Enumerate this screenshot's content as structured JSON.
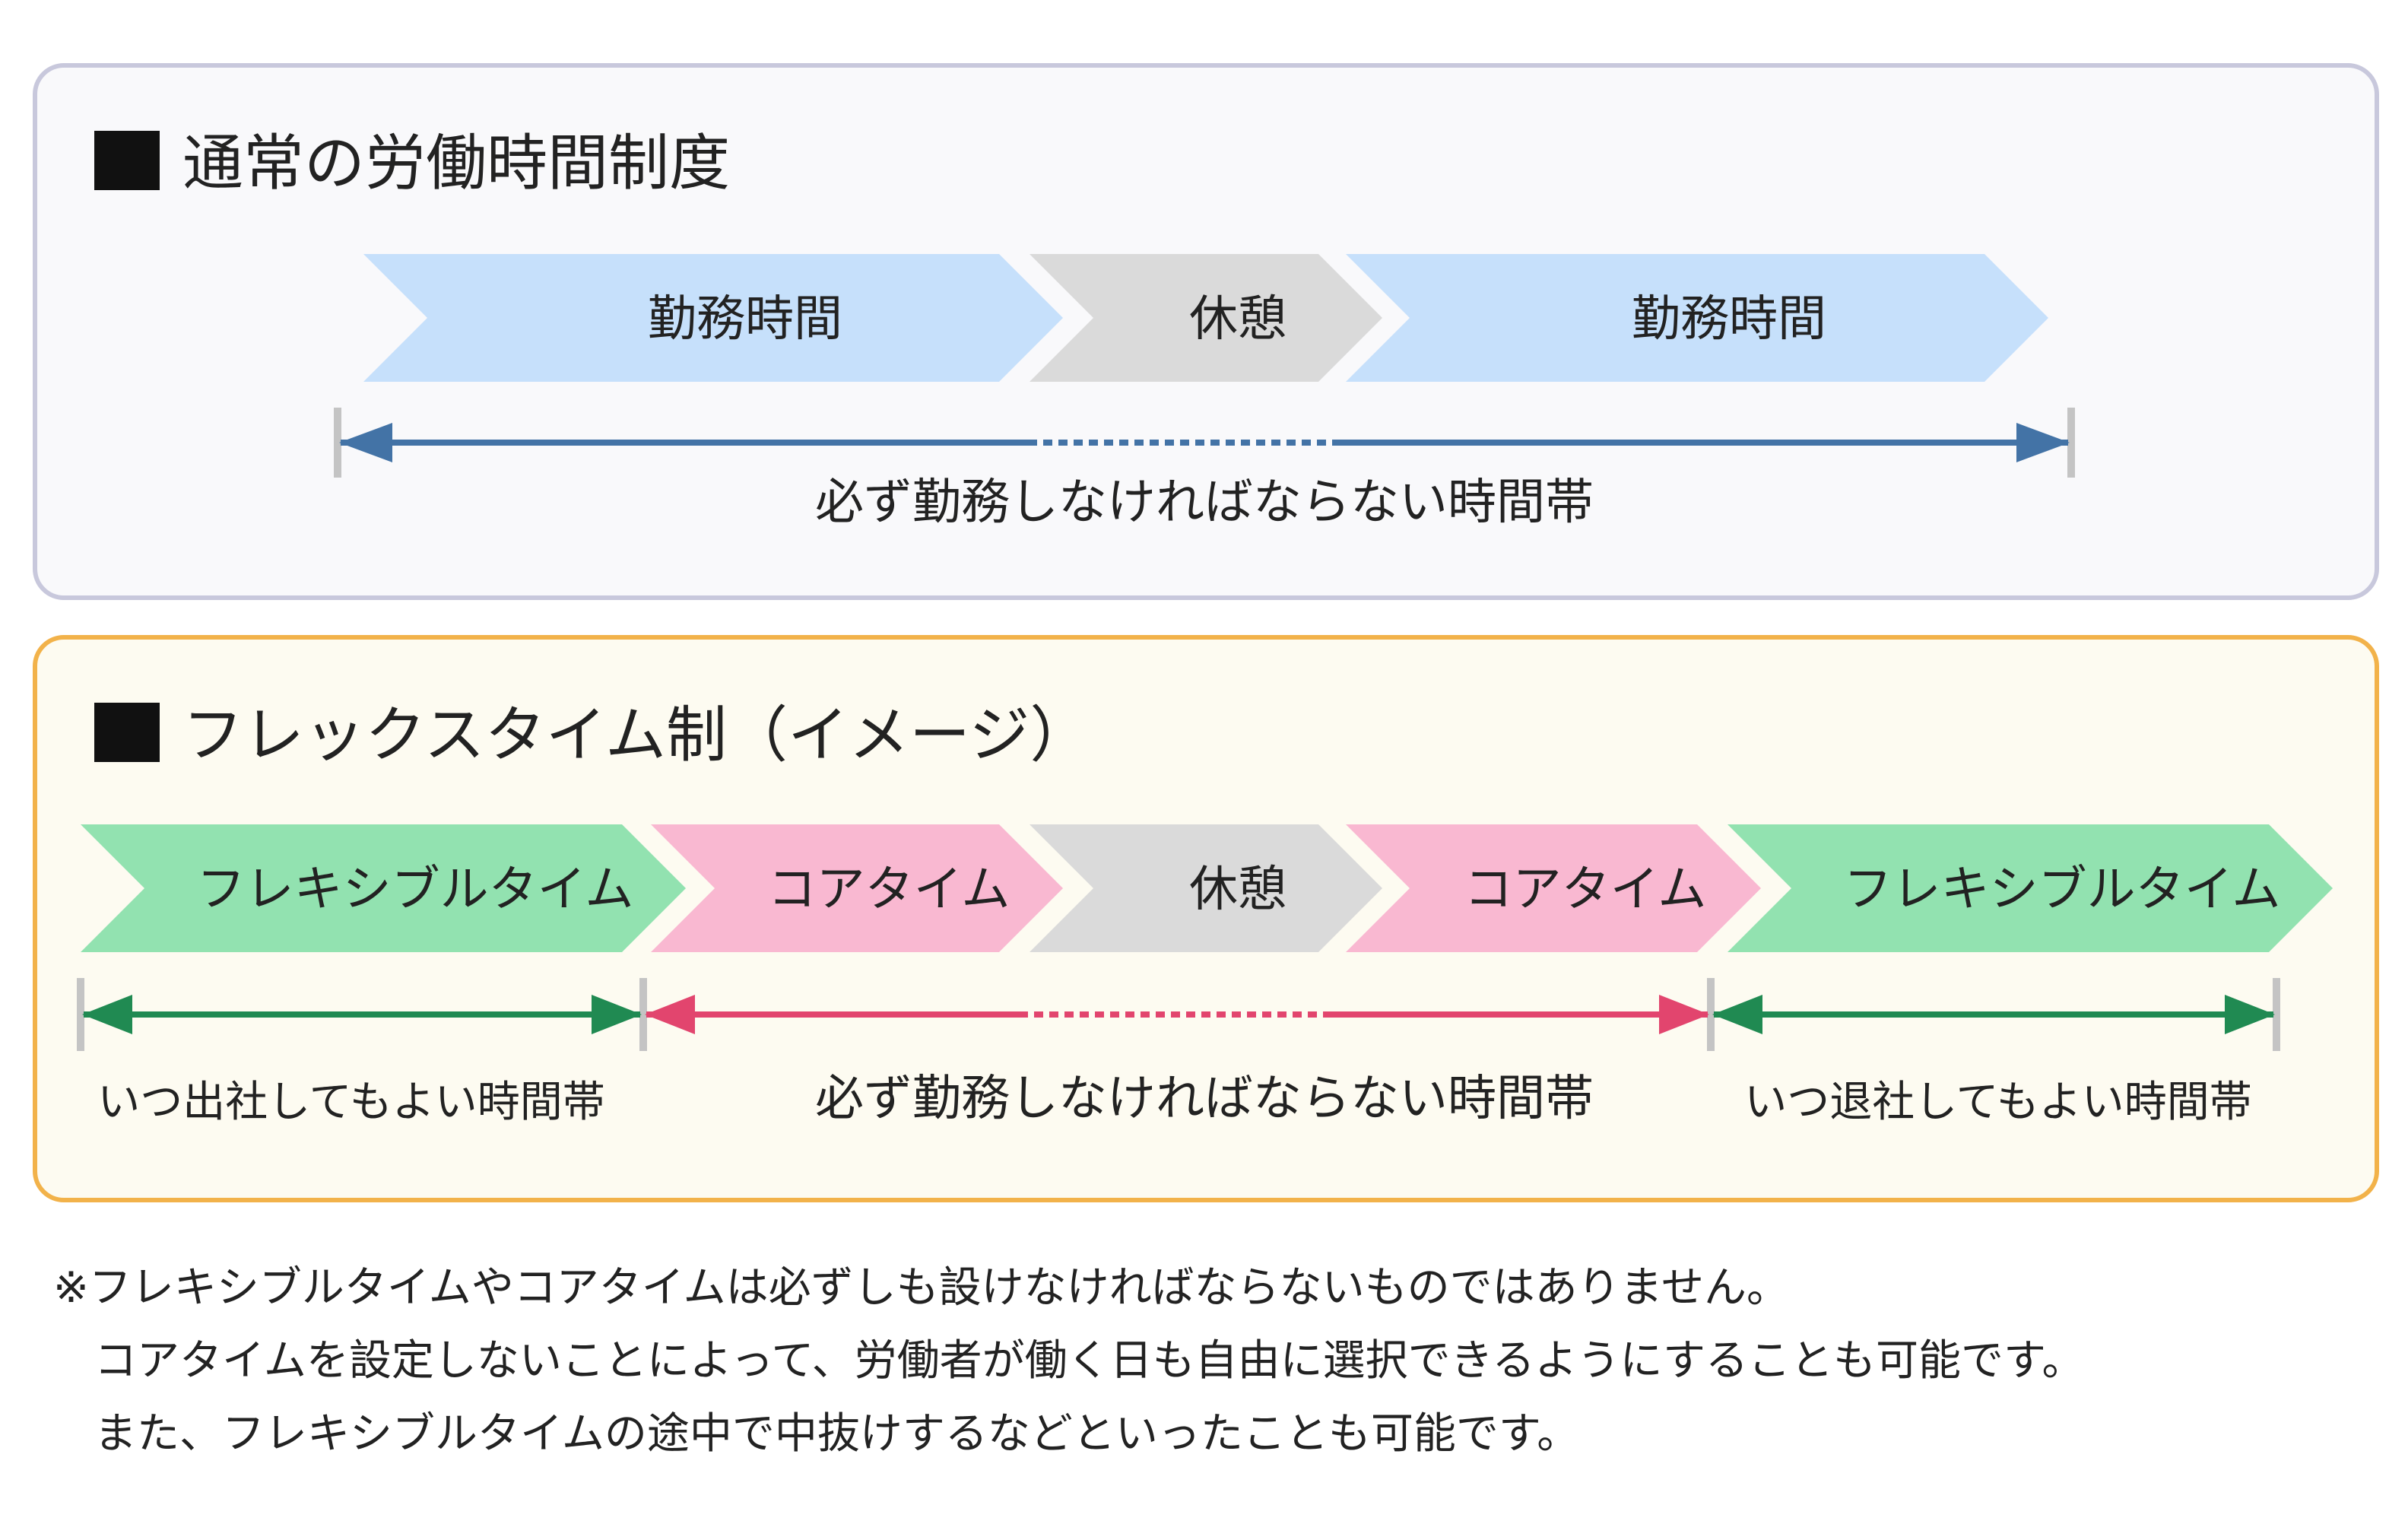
{
  "normal": {
    "title": "通常の労働時間制度",
    "segments": [
      {
        "label": "勤務時間",
        "kind": "work"
      },
      {
        "label": "休憩",
        "kind": "break"
      },
      {
        "label": "勤務時間",
        "kind": "work"
      }
    ],
    "span_label": "必ず勤務しなければならない時間帯"
  },
  "flex": {
    "title": "フレックスタイム制（イメージ）",
    "segments": [
      {
        "label": "フレキシブルタイム",
        "kind": "flexible"
      },
      {
        "label": "コアタイム",
        "kind": "core"
      },
      {
        "label": "休憩",
        "kind": "break"
      },
      {
        "label": "コアタイム",
        "kind": "core"
      },
      {
        "label": "フレキシブルタイム",
        "kind": "flexible"
      }
    ],
    "spans": [
      {
        "label": "いつ出社してもよい時間帯",
        "kind": "flexible"
      },
      {
        "label": "必ず勤務しなければならない時間帯",
        "kind": "core"
      },
      {
        "label": "いつ退社してもよい時間帯",
        "kind": "flexible"
      }
    ]
  },
  "notes": [
    "※フレキシブルタイムやコアタイムは必ずしも設けなければならないものではありません。",
    "コアタイムを設定しないことによって、労働者が働く日も自由に選択できるようにすることも可能です。",
    "また、フレキシブルタイムの途中で中抜けするなどといったことも可能です。"
  ],
  "colors": {
    "work": "#c6e0fb",
    "break": "#dadada",
    "flexible": "#92e2b0",
    "core": "#f9b8d1",
    "normal_border": "#c8c8dc",
    "normal_bg": "#f9f9fb",
    "flex_border": "#f2b24a",
    "flex_bg": "#fdfbf1",
    "arrow_blue": "#4373a6",
    "arrow_green": "#208a52",
    "arrow_pink": "#e2456e",
    "tick": "#c4c4c4"
  }
}
